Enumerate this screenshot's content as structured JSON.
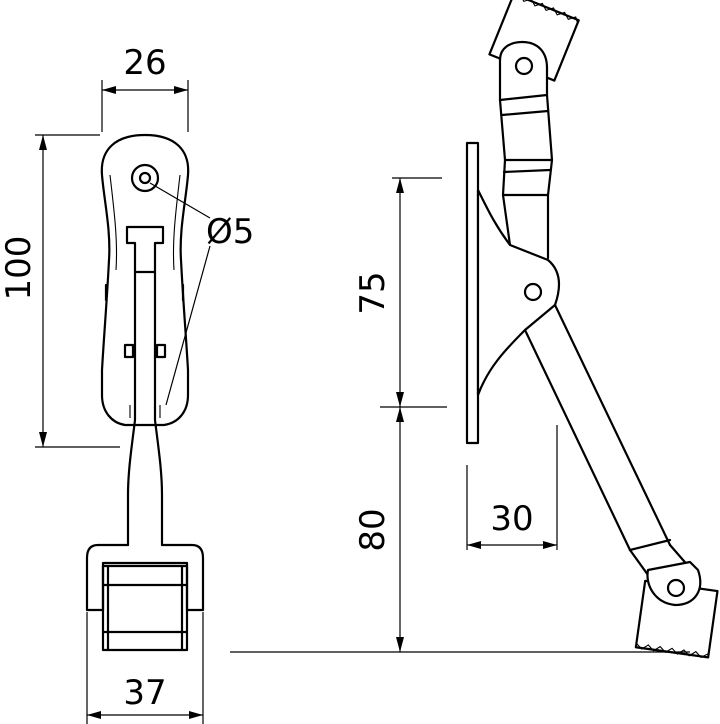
{
  "drawing": {
    "dimensions": {
      "top_width": "26",
      "height_front": "100",
      "hole_diameter": "Ø5",
      "bottom_width": "37",
      "side_upper": "75",
      "side_lower": "80",
      "side_depth": "30"
    }
  }
}
